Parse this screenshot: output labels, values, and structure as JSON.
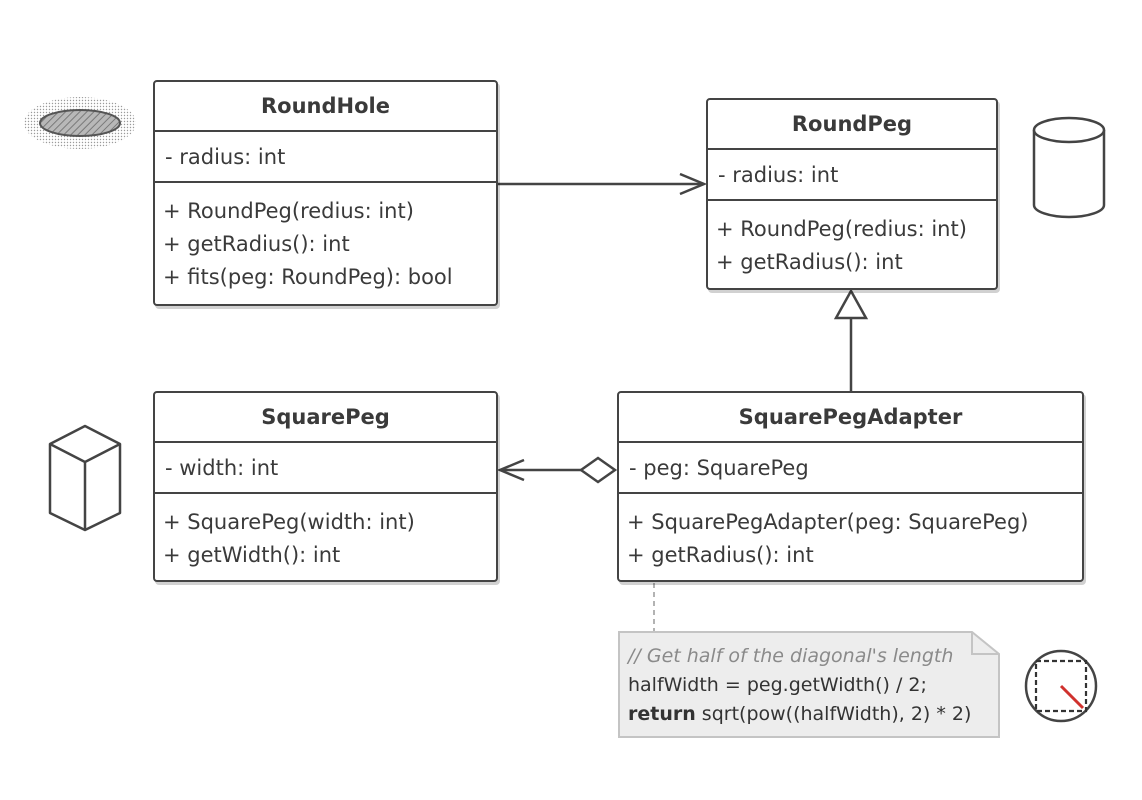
{
  "classes": {
    "round_hole": {
      "name": "RoundHole",
      "attributes": [
        "- radius: int"
      ],
      "operations": [
        "+ RoundPeg(redius: int)",
        "+ getRadius(): int",
        "+ fits(peg: RoundPeg): bool"
      ]
    },
    "round_peg": {
      "name": "RoundPeg",
      "attributes": [
        "- radius: int"
      ],
      "operations": [
        "+ RoundPeg(redius: int)",
        "+ getRadius(): int"
      ]
    },
    "square_peg": {
      "name": "SquarePeg",
      "attributes": [
        "- width: int"
      ],
      "operations": [
        "+ SquarePeg(width: int)",
        "+ getWidth(): int"
      ]
    },
    "square_peg_adapter": {
      "name": "SquarePegAdapter",
      "attributes": [
        "- peg: SquarePeg"
      ],
      "operations": [
        "+ SquarePegAdapter(peg: SquarePeg)",
        "+ getRadius(): int"
      ]
    }
  },
  "note": {
    "comment": "// Get half of the diagonal's length",
    "line2": "halfWidth = peg.getWidth() / 2;",
    "keyword": "return",
    "line3_rest": " sqrt(pow((halfWidth), 2) * 2)"
  }
}
